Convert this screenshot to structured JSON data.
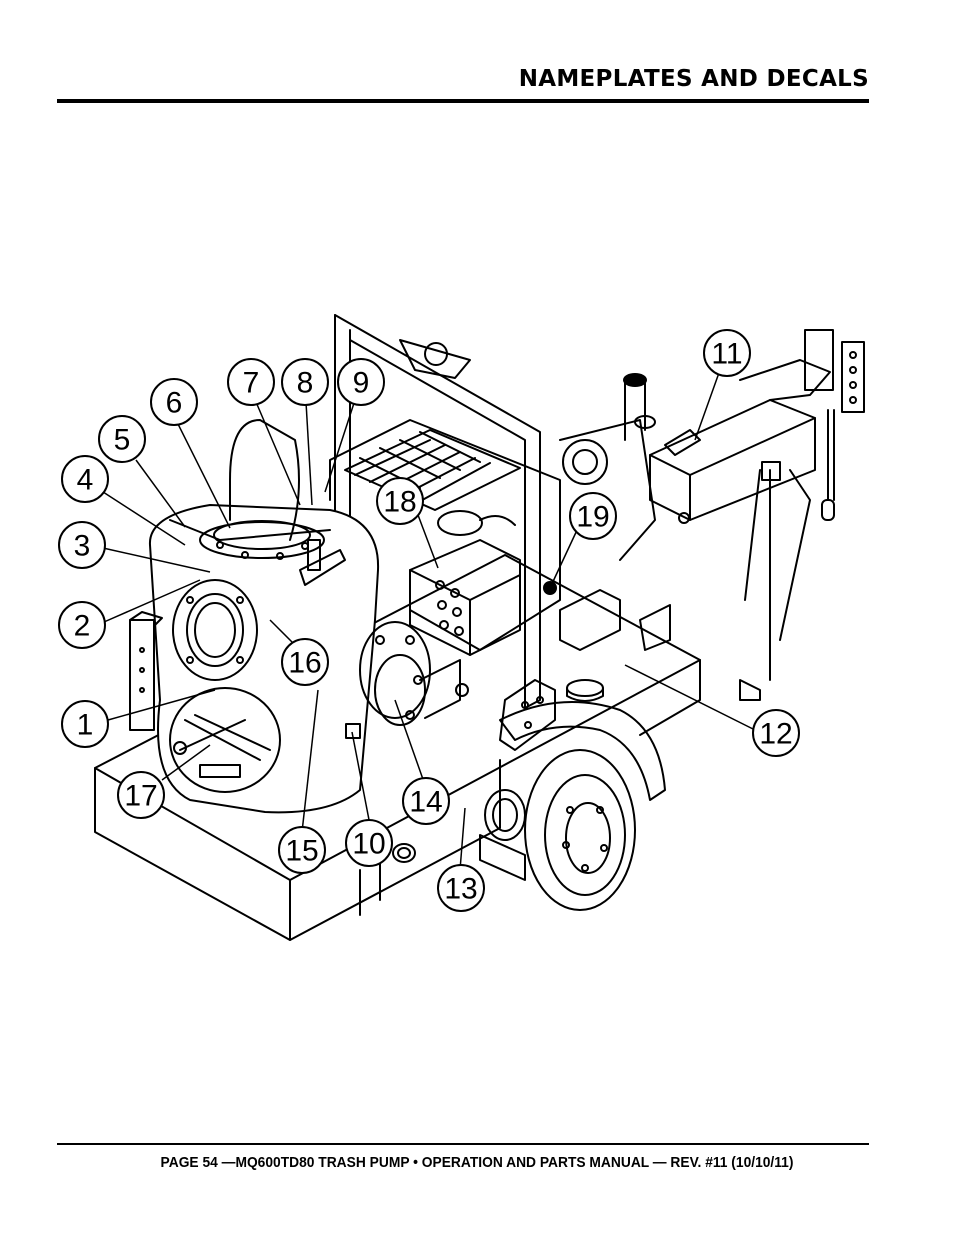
{
  "header": {
    "title": "NAMEPLATES AND DECALS"
  },
  "footer": {
    "text": "PAGE 54 —MQ600TD80 TRASH PUMP • OPERATION AND PARTS MANUAL — REV. #11 (10/10/11)"
  },
  "callouts": [
    "1",
    "2",
    "3",
    "4",
    "5",
    "6",
    "7",
    "8",
    "9",
    "10",
    "11",
    "12",
    "13",
    "14",
    "15",
    "16",
    "17",
    "18",
    "19"
  ]
}
